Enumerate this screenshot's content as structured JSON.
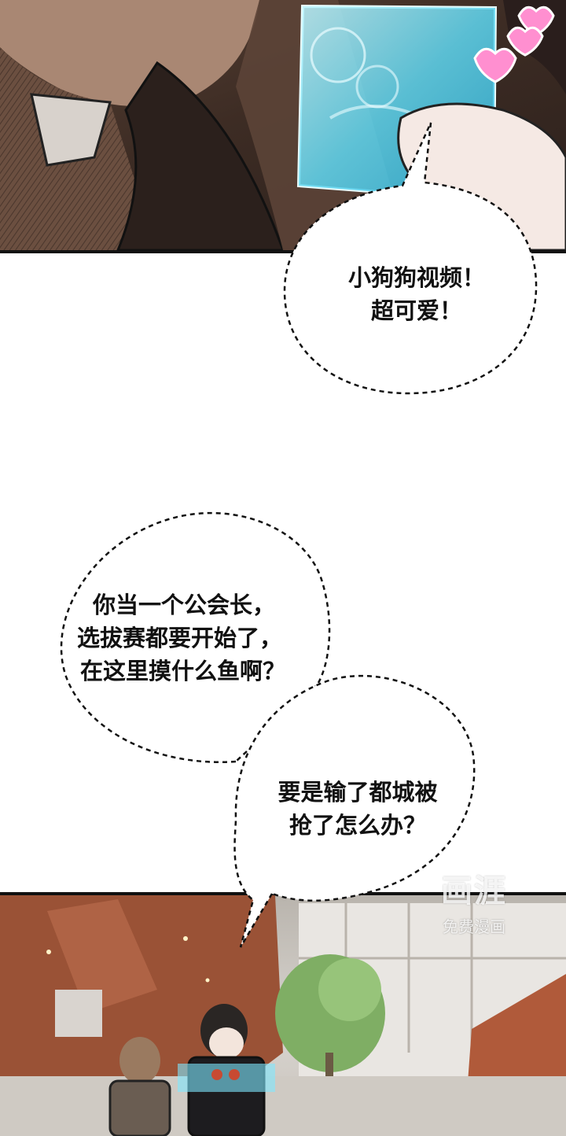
{
  "bubbles": {
    "top": {
      "lines": [
        "小狗狗视频！",
        "超可爱！"
      ]
    },
    "middle": {
      "lines": [
        "你当一个公会长，",
        "选拔赛都要开始了，",
        "在这里摸什么鱼啊？"
      ]
    },
    "bottom": {
      "lines": [
        "要是输了都城被",
        "抢了怎么办？"
      ]
    }
  },
  "watermark": {
    "logo": "画涯",
    "sub": "免费漫画"
  },
  "colors": {
    "text": "#111111",
    "border": "#111111",
    "hologram": "#7fe7ff",
    "heart": "#ff7fc6"
  }
}
